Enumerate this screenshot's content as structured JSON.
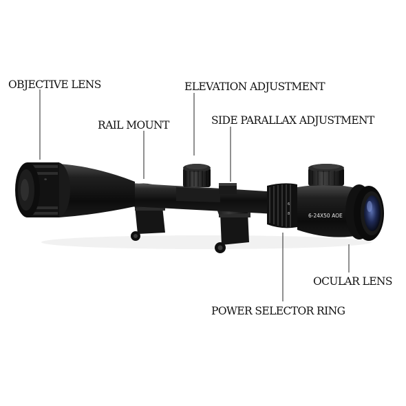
{
  "labels": {
    "objective_lens": "OBJECTIVE LENS",
    "elevation_adjustment": "ELEVATION ADJUSTMENT",
    "rail_mount": "RAIL MOUNT",
    "side_parallax_adjustment": "SIDE PARALLAX ADJUSTMENT",
    "ocular_lens": "OCULAR LENS",
    "power_selector_ring": "POWER SELECTOR RING"
  },
  "scope": {
    "model_marking": "6-24X50 AOE"
  },
  "colors": {
    "background": "#ffffff",
    "scope_body": "#141414",
    "scope_highlight": "#6a6a6a",
    "leader_line": "#222222",
    "label_text": "#111111"
  }
}
